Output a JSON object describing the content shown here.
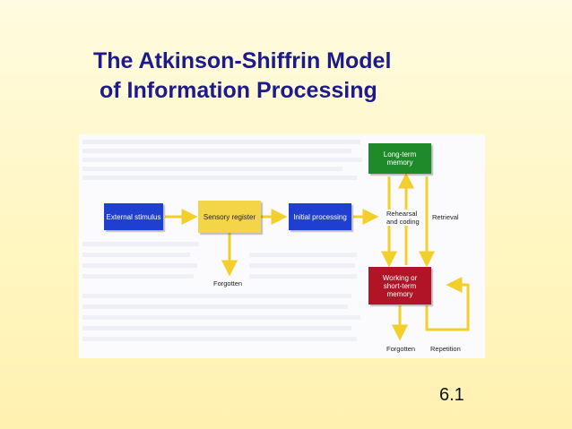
{
  "slide": {
    "title_line1": "The Atkinson-Shiffrin Model",
    "title_line2": "of Information Processing",
    "number": "6.1"
  },
  "diagram": {
    "nodes": {
      "external_stimulus": "External stimulus",
      "sensory_register": "Sensory register",
      "initial_processing": "Initial processing",
      "long_term_memory": "Long-term memory",
      "working_memory": "Working or short-term memory"
    },
    "labels": {
      "rehearsal": "Rehearsal and coding",
      "retrieval": "Retrieval",
      "forgotten_sensory": "Forgotten",
      "forgotten_working": "Forgotten",
      "repetition": "Repetition"
    },
    "colors": {
      "blue": "#1f3fd0",
      "yellow": "#f5d548",
      "green": "#1f8a2a",
      "red": "#b01426",
      "arrow": "#f2cf2a",
      "title": "#1d1a8c"
    }
  }
}
